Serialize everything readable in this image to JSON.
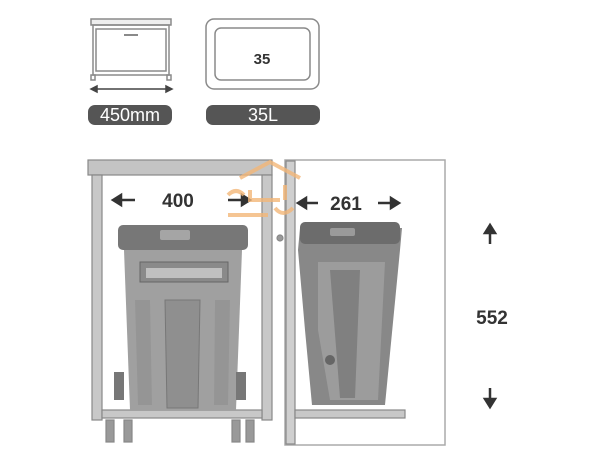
{
  "top_icons": {
    "cabinet_width_label": "450mm",
    "bin_number": "35",
    "bin_volume_label": "35L"
  },
  "dimensions": {
    "width_front": "400",
    "depth_side": "261",
    "height": "552"
  },
  "colors": {
    "frame_gray": "#b8b8b8",
    "bin_gray": "#8e8e8e",
    "bin_dark": "#6a6a6a",
    "pill_fill": "#555555",
    "watermark": "#f3b779"
  }
}
